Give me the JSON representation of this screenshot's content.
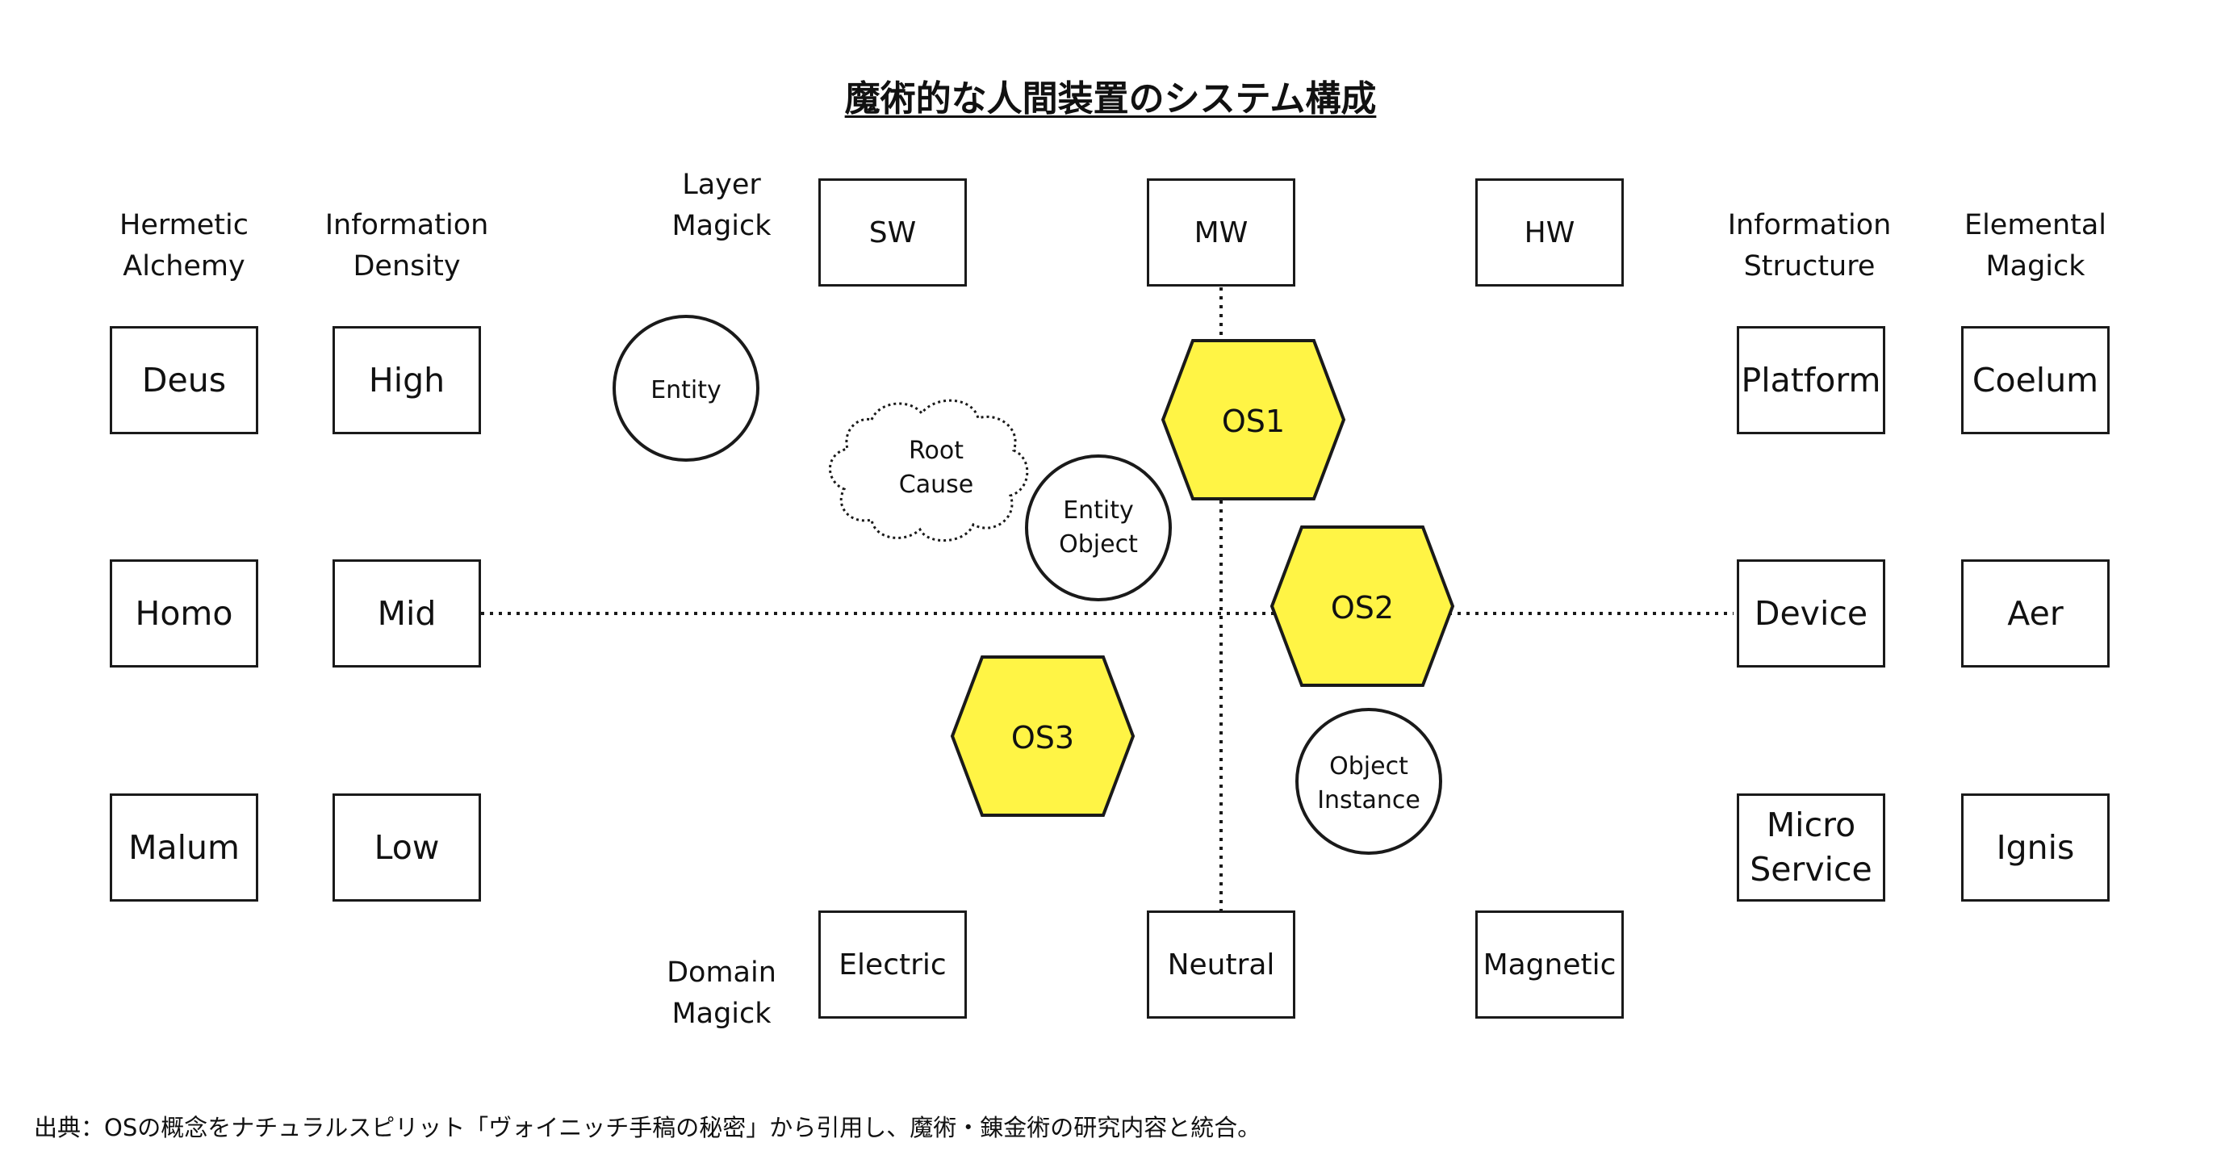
{
  "title": "魔術的な人間装置のシステム構成",
  "columns": {
    "hermetic": "Hermetic\nAlchemy",
    "info_density": "Information\nDensity",
    "info_structure": "Information\nStructure",
    "elemental": "Elemental\nMagick",
    "layer": "Layer\nMagick",
    "domain": "Domain\nMagick"
  },
  "hermetic_items": [
    "Deus",
    "Homo",
    "Malum"
  ],
  "density_items": [
    "High",
    "Mid",
    "Low"
  ],
  "structure_items": [
    "Platform",
    "Device",
    "Micro\nService"
  ],
  "elemental_items": [
    "Coelum",
    "Aer",
    "Ignis"
  ],
  "layer_items": [
    "SW",
    "MW",
    "HW"
  ],
  "domain_items": [
    "Electric",
    "Neutral",
    "Magnetic"
  ],
  "nodes": {
    "entity": "Entity",
    "root_cause": [
      "Root",
      "Cause"
    ],
    "entity_object": [
      "Entity",
      "Object"
    ],
    "object_instance": [
      "Object",
      "Instance"
    ],
    "os1": "OS1",
    "os2": "OS2",
    "os3": "OS3"
  },
  "colors": {
    "hexagon": "#FFF445",
    "stroke": "#1a1a1a"
  },
  "footnote": "出典：OSの概念をナチュラルスピリット「ヴォイニッチ手稿の秘密」から引用し、魔術・錬金術の研究内容と統合。"
}
